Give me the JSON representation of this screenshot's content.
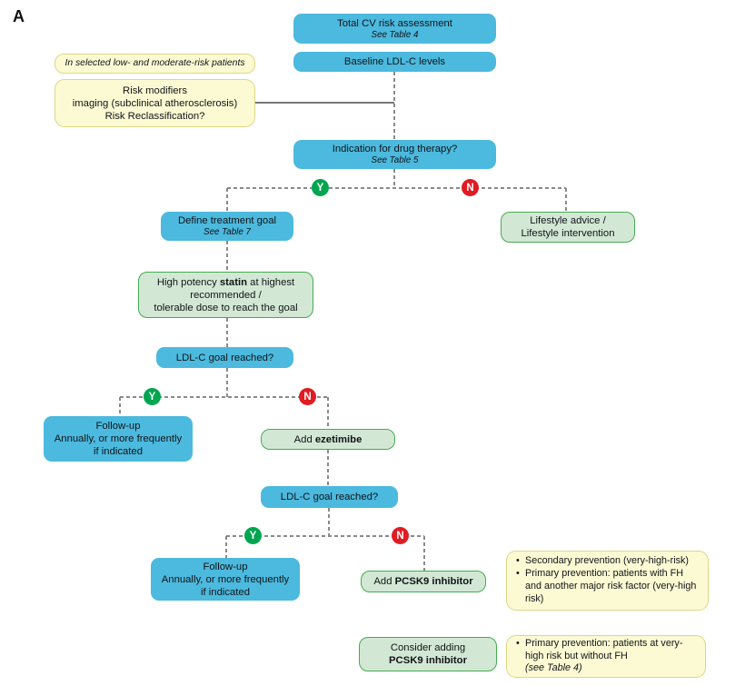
{
  "panel_label": "A",
  "labels": {
    "yes": "Y",
    "no": "N"
  },
  "colors": {
    "node_blue": "#4cb9de",
    "node_green_fill": "#d3e8d4",
    "node_green_border": "#44ab52",
    "node_yellow_fill": "#fcfad3",
    "node_yellow_border": "#dbd885",
    "yes_badge": "#00a550",
    "no_badge": "#e11b22",
    "connector_gray": "#8a8a8a"
  },
  "nodes": {
    "total_cv": {
      "title": "Total CV risk assessment",
      "subtitle": "See Table 4"
    },
    "baseline": {
      "title": "Baseline LDL-C levels"
    },
    "note_selected": {
      "text": "In selected low- and moderate-risk patients"
    },
    "risk_modifiers": {
      "l1": "Risk modifiers",
      "l2": "imaging (subclinical atherosclerosis)",
      "l3": "Risk Reclassification?"
    },
    "indication": {
      "title": "Indication for drug therapy?",
      "subtitle": "See Table 5"
    },
    "define_goal": {
      "title": "Define treatment goal",
      "subtitle": "See Table 7"
    },
    "lifestyle": {
      "l1": "Lifestyle advice /",
      "l2": "Lifestyle intervention"
    },
    "statin": {
      "l1a": "High potency ",
      "l1b": "statin",
      "l1c": " at highest",
      "l2": "recommended /",
      "l3": "tolerable dose to reach the goal"
    },
    "ldl_goal_1": {
      "title": "LDL-C goal reached?"
    },
    "followup_1": {
      "l1": "Follow-up",
      "l2": "Annually, or more frequently",
      "l3": "if indicated"
    },
    "ezetimibe": {
      "pre": "Add ",
      "bold": "ezetimibe"
    },
    "ldl_goal_2": {
      "title": "LDL-C goal reached?"
    },
    "followup_2": {
      "l1": "Follow-up",
      "l2": "Annually, or more frequently",
      "l3": "if indicated"
    },
    "add_pcsk9": {
      "pre": "Add ",
      "bold": "PCSK9 inhibitor"
    },
    "pcsk9_note": {
      "bullet1": "Secondary prevention (very-high-risk)",
      "bullet2": "Primary prevention: patients with FH and another major risk factor (very-high risk)"
    },
    "consider_pcsk9": {
      "l1": "Consider adding",
      "l2": "PCSK9 inhibitor"
    },
    "consider_note": {
      "bullet1": "Primary prevention: patients at very-high risk but without FH",
      "note": "(see Table 4)"
    }
  }
}
